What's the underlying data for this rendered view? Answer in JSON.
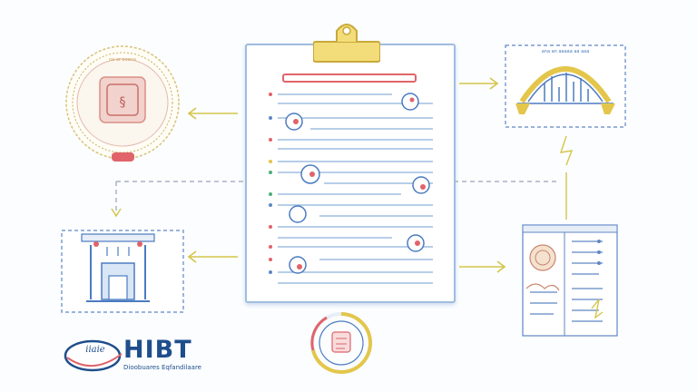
{
  "logo": {
    "wordmark": "HIBT",
    "tagline": "Dioobuares Eqfandilaare",
    "badge_text": "iiaie"
  },
  "top_right_panel": {
    "caption": "ana an aaaaa aa aaa"
  },
  "top_left_panel": {
    "caption": "na ar aoana"
  },
  "colors": {
    "line_blue": "#8fb3e0",
    "accent_yellow": "#e3c64b",
    "accent_red": "#e0646a",
    "logo_blue": "#1f4e8c",
    "dashed_border": "#5f86c4"
  },
  "icons": [
    "clipboard-icon",
    "badge-ring-icon",
    "temple-icon",
    "bridge-chart-icon",
    "document-list-icon",
    "circular-progress-icon"
  ]
}
